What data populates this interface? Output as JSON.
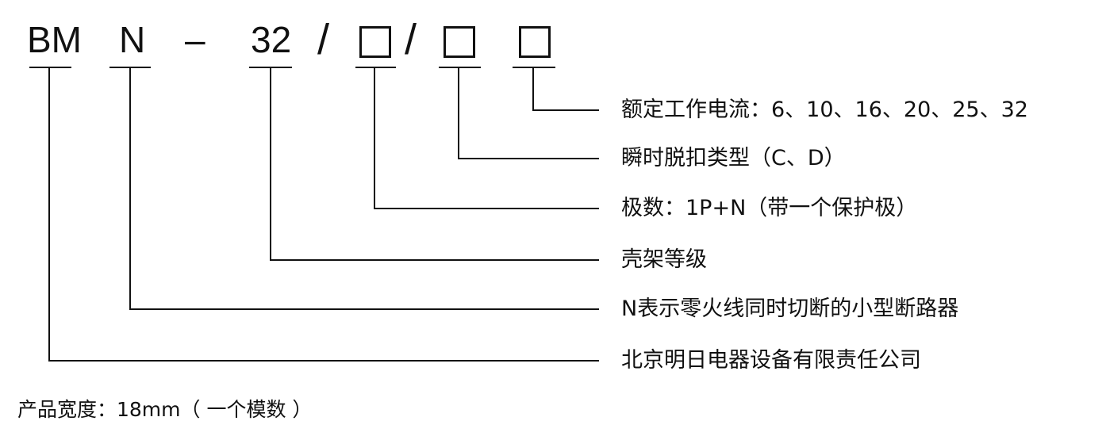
{
  "model_code": {
    "brand": "BM",
    "type": "N",
    "dash": "–",
    "frame": "32",
    "slash_1": "/",
    "slash_2": "/"
  },
  "descriptions": {
    "rated_current": "额定工作电流：6、10、16、20、25、32",
    "trip_type": "瞬时脱扣类型（C、D）",
    "poles": "极数：1P+N（带一个保护极）",
    "frame_class": "壳架等级",
    "n_meaning": "N表示零火线同时切断的小型断路器",
    "company": "北京明日电器设备有限责任公司"
  },
  "footer": {
    "width_note": "产品宽度：18mm（ 一个模数 ）"
  }
}
